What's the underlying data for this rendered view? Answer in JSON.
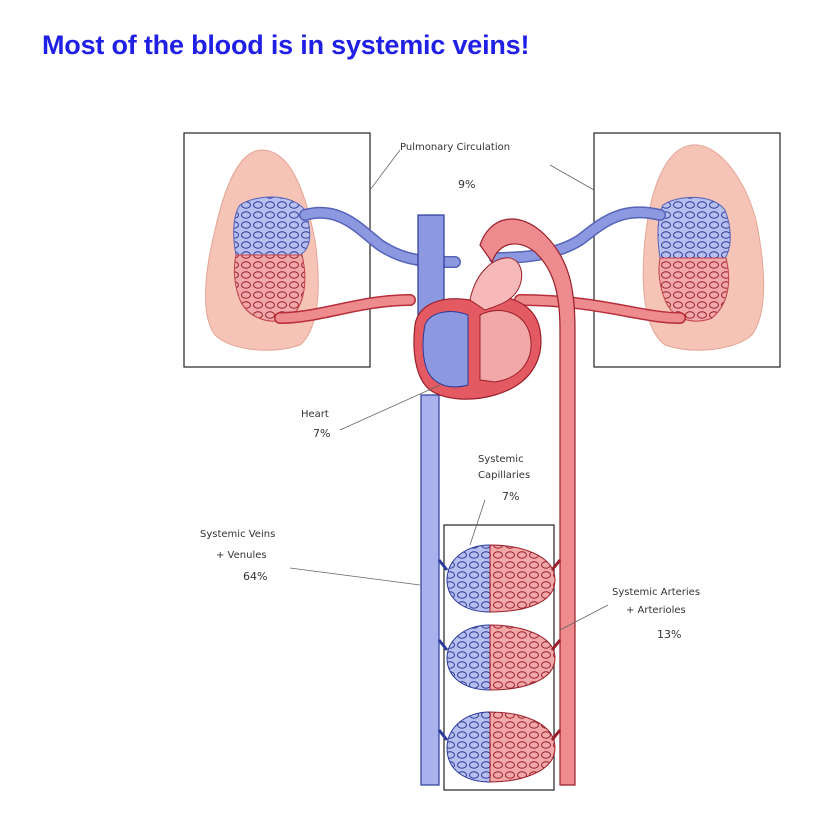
{
  "title": "Most of the blood is in systemic veins!",
  "colors": {
    "title": "#1f1fe6",
    "vein": "#8c98e0",
    "artery": "#e35a63",
    "lung": "#f6c4b6",
    "heart_wall": "#e35a63"
  },
  "labels": {
    "pulmonary": {
      "name": "Pulmonary Circulation",
      "pct": "9%"
    },
    "heart": {
      "name": "Heart",
      "pct": "7%"
    },
    "capillaries": {
      "line1": "Systemic",
      "line2": "Capillaries",
      "pct": "7%"
    },
    "veins": {
      "line1": "Systemic Veins",
      "line2": "+ Venules",
      "pct": "64%"
    },
    "arteries": {
      "line1": "Systemic Arteries",
      "line2": "+ Arterioles",
      "pct": "13%"
    }
  }
}
